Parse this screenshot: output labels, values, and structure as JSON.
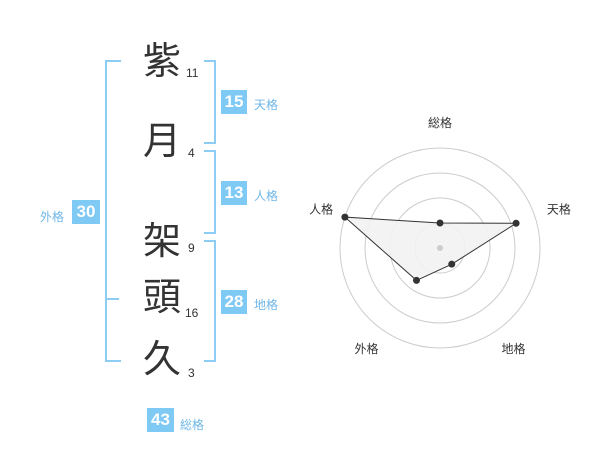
{
  "name": {
    "chars": [
      {
        "char": "紫",
        "strokes": "11"
      },
      {
        "char": "月",
        "strokes": "4"
      },
      {
        "char": "架",
        "strokes": "9"
      },
      {
        "char": "頭",
        "strokes": "16"
      },
      {
        "char": "久",
        "strokes": "3"
      }
    ]
  },
  "fortunes": {
    "tenkaku": {
      "value": "15",
      "label": "天格"
    },
    "jinkaku": {
      "value": "13",
      "label": "人格"
    },
    "chikaku": {
      "value": "28",
      "label": "地格"
    },
    "gaikaku": {
      "value": "30",
      "label": "外格"
    },
    "soukaku": {
      "value": "43",
      "label": "総格"
    }
  },
  "colors": {
    "accent": "#7fc9f5",
    "bracket": "#8ecdf3",
    "text": "#333333"
  },
  "chart_data": {
    "type": "radar",
    "axes": [
      "総格",
      "天格",
      "地格",
      "外格",
      "人格"
    ],
    "values": [
      0.25,
      0.8,
      0.2,
      0.4,
      1.0
    ],
    "rings": 4,
    "range": [
      0,
      1
    ]
  }
}
